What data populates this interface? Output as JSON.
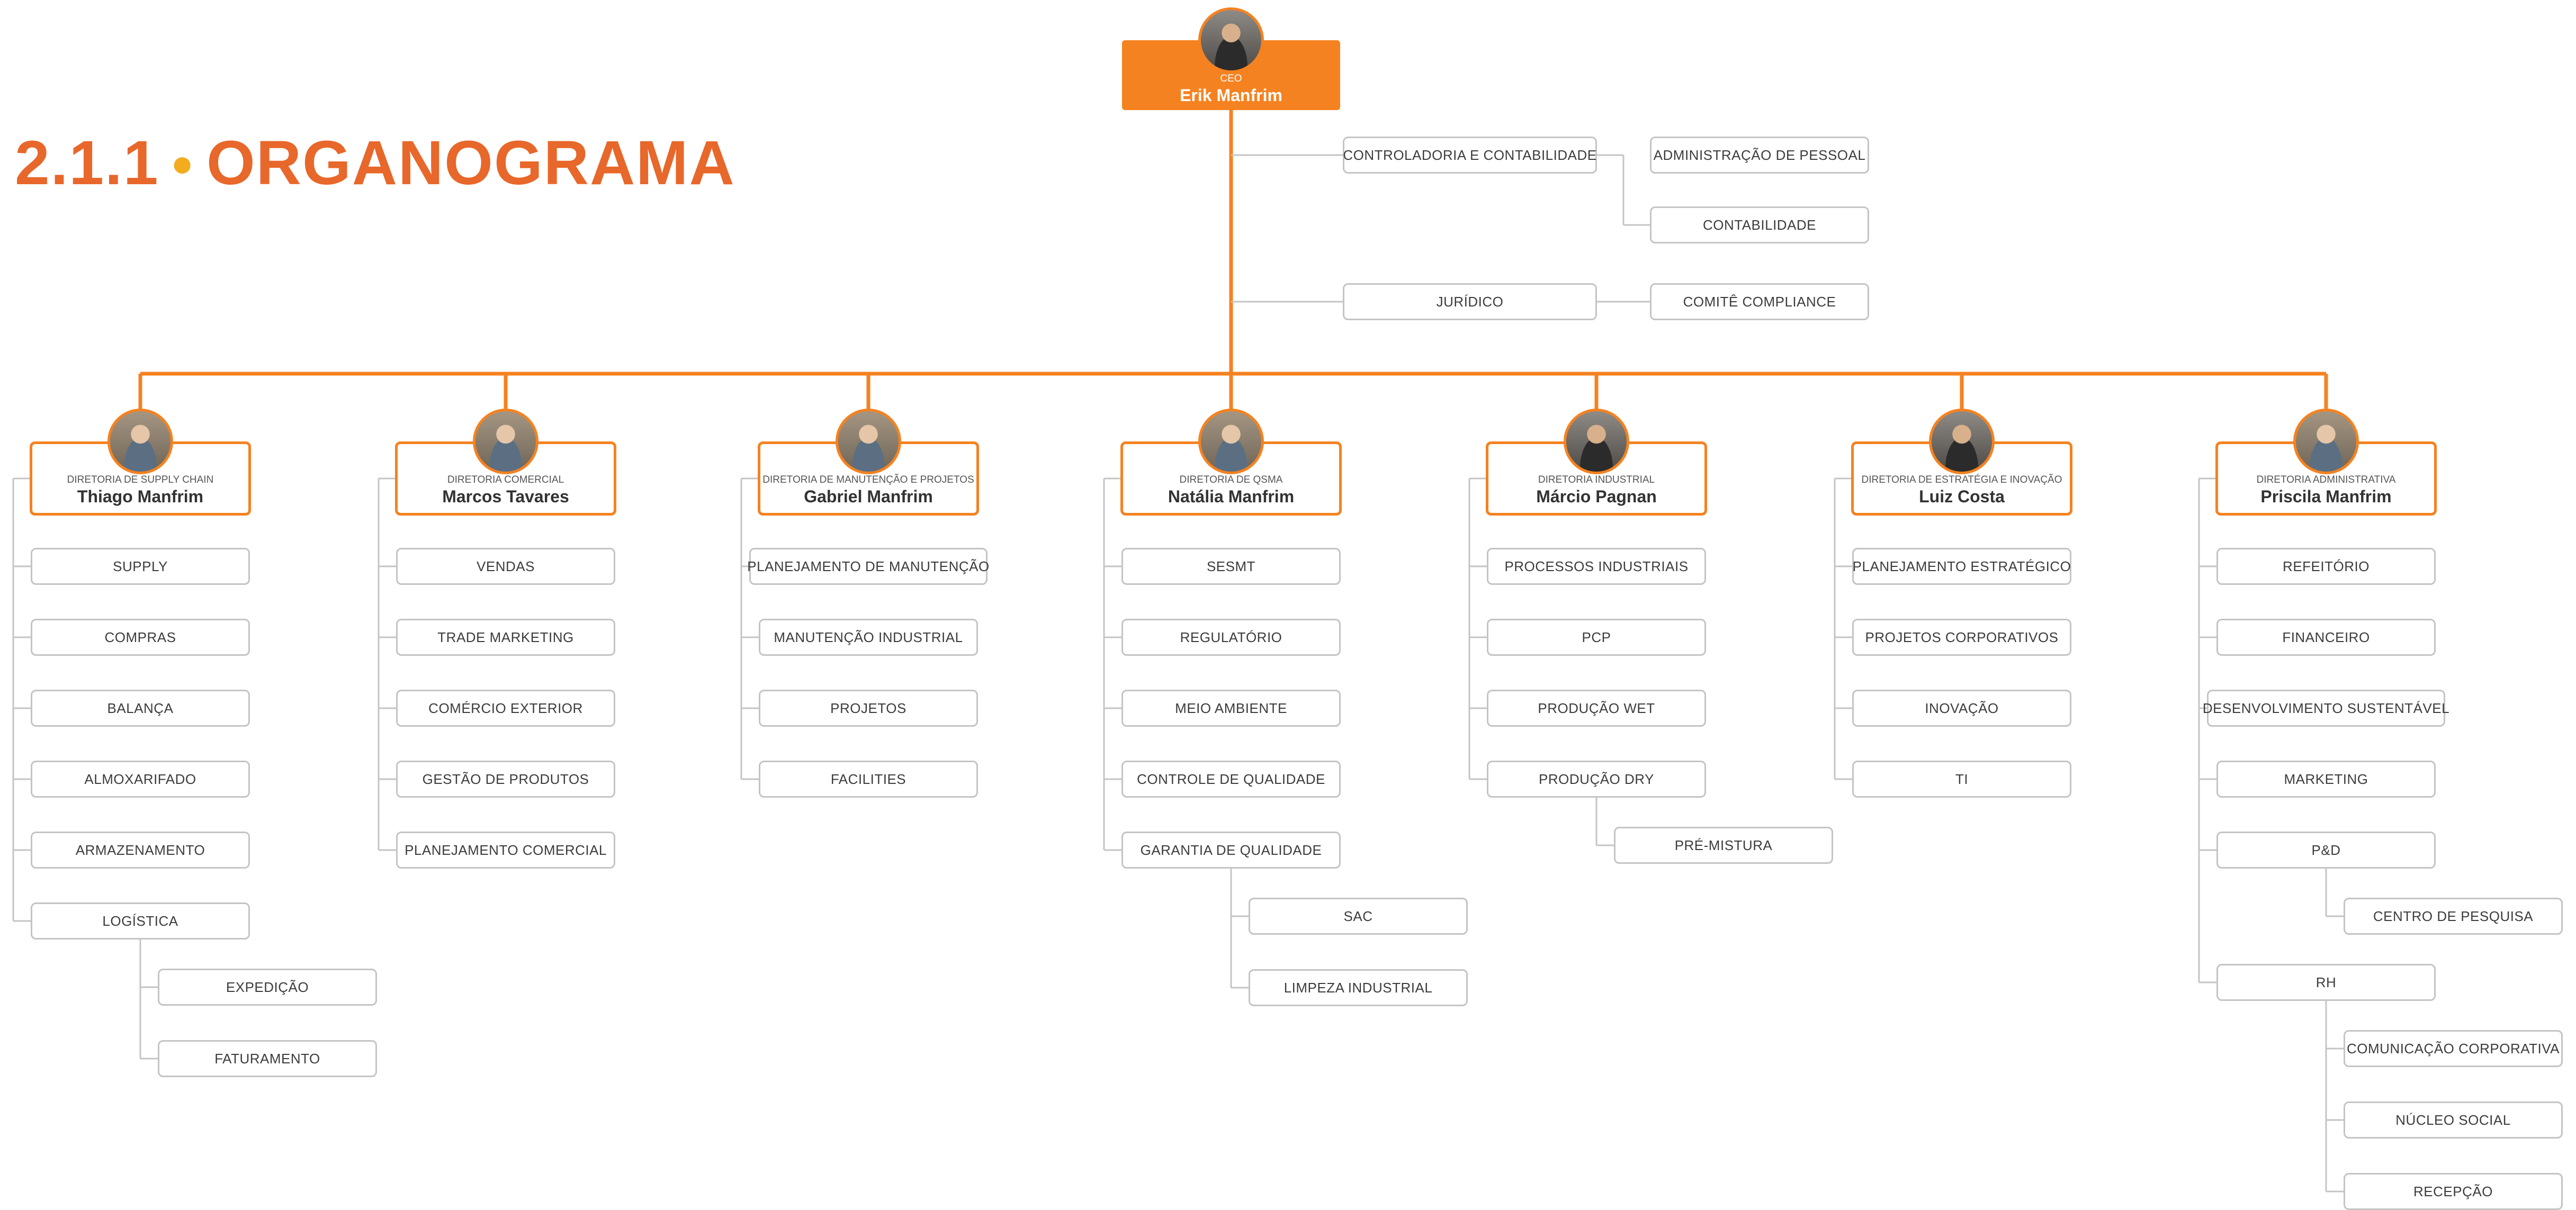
{
  "title": {
    "number": "2.1.1",
    "text": "ORGANOGRAMA"
  },
  "colors": {
    "accent": "#f58220",
    "title": "#e8672a",
    "title_dot": "#f2ac1e",
    "connector": "#c4c4c4",
    "unit_text": "#3c3c3c"
  },
  "ceo": {
    "label": "CEO",
    "name": "Erik Manfrim"
  },
  "staff_units": [
    {
      "label": "CONTROLADORIA E CONTABILIDADE",
      "children": [
        "ADMINISTRAÇÃO DE PESSOAL",
        "CONTABILIDADE"
      ]
    },
    {
      "label": "JURÍDICO",
      "children": [
        "COMITÊ COMPLIANCE"
      ]
    }
  ],
  "directorates": [
    {
      "label": "DIRETORIA DE SUPPLY CHAIN",
      "name": "Thiago Manfrim",
      "units": [
        {
          "label": "SUPPLY",
          "children": []
        },
        {
          "label": "COMPRAS",
          "children": []
        },
        {
          "label": "BALANÇA",
          "children": []
        },
        {
          "label": "ALMOXARIFADO",
          "children": []
        },
        {
          "label": "ARMAZENAMENTO",
          "children": []
        },
        {
          "label": "LOGÍSTICA",
          "children": [
            "EXPEDIÇÃO",
            "FATURAMENTO"
          ]
        }
      ]
    },
    {
      "label": "DIRETORIA COMERCIAL",
      "name": "Marcos Tavares",
      "units": [
        {
          "label": "VENDAS",
          "children": []
        },
        {
          "label": "TRADE MARKETING",
          "children": []
        },
        {
          "label": "COMÉRCIO EXTERIOR",
          "children": []
        },
        {
          "label": "GESTÃO DE PRODUTOS",
          "children": []
        },
        {
          "label": "PLANEJAMENTO COMERCIAL",
          "children": []
        }
      ]
    },
    {
      "label": "DIRETORIA DE MANUTENÇÃO E PROJETOS",
      "name": "Gabriel Manfrim",
      "units": [
        {
          "label": "PLANEJAMENTO DE MANUTENÇÃO",
          "children": []
        },
        {
          "label": "MANUTENÇÃO INDUSTRIAL",
          "children": []
        },
        {
          "label": "PROJETOS",
          "children": []
        },
        {
          "label": "FACILITIES",
          "children": []
        }
      ]
    },
    {
      "label": "DIRETORIA DE QSMA",
      "name": "Natália Manfrim",
      "units": [
        {
          "label": "SESMT",
          "children": []
        },
        {
          "label": "REGULATÓRIO",
          "children": []
        },
        {
          "label": "MEIO AMBIENTE",
          "children": []
        },
        {
          "label": "CONTROLE DE QUALIDADE",
          "children": []
        },
        {
          "label": "GARANTIA DE QUALIDADE",
          "children": [
            "SAC",
            "LIMPEZA INDUSTRIAL"
          ]
        }
      ]
    },
    {
      "label": "DIRETORIA INDUSTRIAL",
      "name": "Márcio Pagnan",
      "units": [
        {
          "label": "PROCESSOS INDUSTRIAIS",
          "children": []
        },
        {
          "label": "PCP",
          "children": []
        },
        {
          "label": "PRODUÇÃO WET",
          "children": []
        },
        {
          "label": "PRODUÇÃO DRY",
          "children": [
            "PRÉ-MISTURA"
          ]
        }
      ]
    },
    {
      "label": "DIRETORIA DE ESTRATÉGIA E INOVAÇÃO",
      "name": "Luiz Costa",
      "units": [
        {
          "label": "PLANEJAMENTO ESTRATÉGICO",
          "children": []
        },
        {
          "label": "PROJETOS CORPORATIVOS",
          "children": []
        },
        {
          "label": "INOVAÇÃO",
          "children": []
        },
        {
          "label": "TI",
          "children": []
        }
      ]
    },
    {
      "label": "DIRETORIA ADMINISTRATIVA",
      "name": "Priscila Manfrim",
      "units": [
        {
          "label": "REFEITÓRIO",
          "children": []
        },
        {
          "label": "FINANCEIRO",
          "children": []
        },
        {
          "label": "DESENVOLVIMENTO SUSTENTÁVEL",
          "children": []
        },
        {
          "label": "MARKETING",
          "children": []
        },
        {
          "label": "P&D",
          "children": [
            "CENTRO DE PESQUISA"
          ]
        },
        {
          "label": "RH",
          "children": [
            "COMUNICAÇÃO CORPORATIVA",
            "NÚCLEO SOCIAL",
            "RECEPÇÃO"
          ]
        }
      ]
    }
  ]
}
